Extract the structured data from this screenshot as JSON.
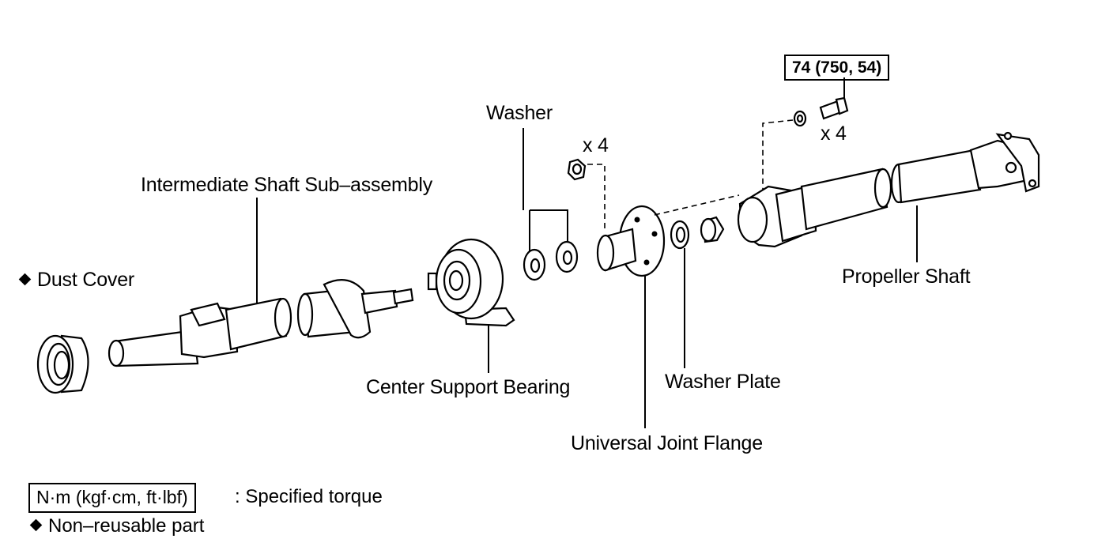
{
  "labels": {
    "washer": "Washer",
    "x4_left": "x 4",
    "x4_right": "x 4",
    "intermediate_shaft": "Intermediate Shaft Sub–assembly",
    "dust_cover": "Dust Cover",
    "center_support_bearing": "Center Support Bearing",
    "universal_joint_flange": "Universal Joint Flange",
    "washer_plate": "Washer Plate",
    "propeller_shaft": "Propeller Shaft"
  },
  "torque": {
    "value": "74 (750, 54)"
  },
  "legend": {
    "torque_units": "N·m (kgf·cm, ft·lbf)",
    "torque_desc": ": Specified torque",
    "non_reusable": "Non–reusable part"
  }
}
